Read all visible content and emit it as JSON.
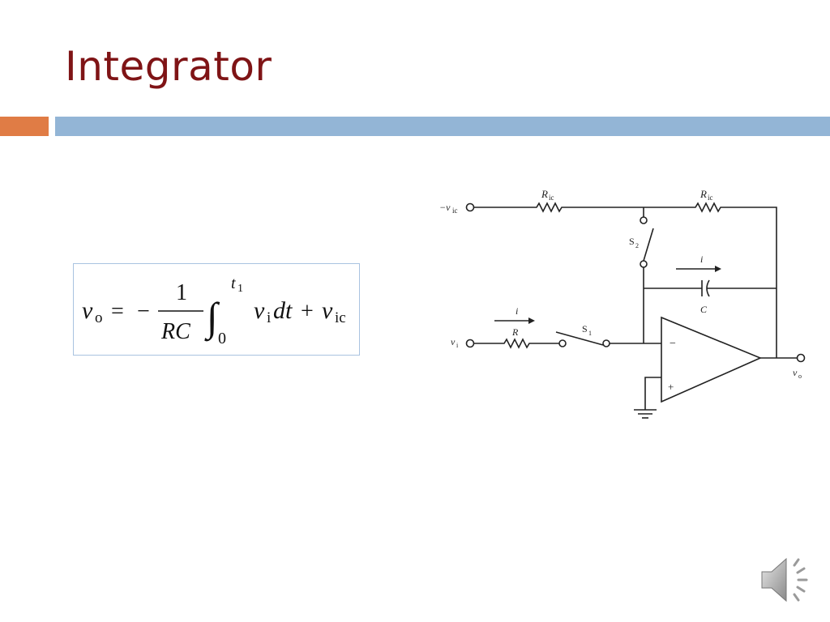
{
  "slide": {
    "title": "Integrator"
  },
  "colors": {
    "title": "#7f1416",
    "accent_bar": "#e07c45",
    "main_bar": "#93b5d6",
    "formula_border": "#a9c3e0"
  },
  "formula": {
    "v": "v",
    "sub_o": "o",
    "eq": "=",
    "minus": "−",
    "numerator": "1",
    "denominator": "RC",
    "integral": "∫",
    "upper": "t",
    "upper_sub": "1",
    "lower": "0",
    "v2": "v",
    "sub_i": "i",
    "dt": "dt",
    "plus": "+",
    "v3": "v",
    "sub_ic": "ic"
  },
  "circuit": {
    "neg_vic": "−v",
    "neg_vic_sub": "ic",
    "r_ic_1": "R",
    "r_ic_1_sub": "ic",
    "r_ic_2": "R",
    "r_ic_2_sub": "ic",
    "s2": "S",
    "s2_sub": "2",
    "i_top": "i",
    "c_label": "C",
    "i_input": "i",
    "r_label": "R",
    "s1": "S",
    "s1_sub": "1",
    "vi": "v",
    "vi_sub": "i",
    "minus_sign": "−",
    "plus_sign": "+",
    "vo": "v",
    "vo_sub": "o"
  },
  "icons": {
    "speaker": "speaker-icon"
  }
}
